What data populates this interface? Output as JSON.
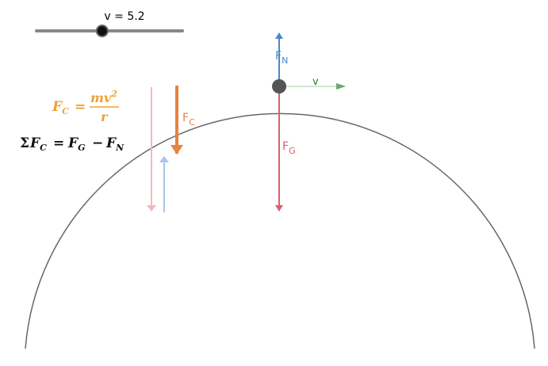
{
  "slider": {
    "label": "v = 5.2",
    "value": 5.2,
    "fraction": 0.45
  },
  "labels": {
    "normal_force": {
      "main": "F",
      "sub": "N"
    },
    "gravity_force": {
      "main": "F",
      "sub": "G"
    },
    "centripetal_force": {
      "main": "F",
      "sub": "C"
    },
    "velocity": "v"
  },
  "equations": {
    "centripetal": {
      "lhs_main": "F",
      "lhs_sub": "C",
      "equals": "=",
      "numerator": "mv",
      "numerator_exp": "2",
      "denominator": "r"
    },
    "sum": {
      "sigma": "Σ",
      "f1": "F",
      "f1_sub": "C",
      "equals": "=",
      "f2": "F",
      "f2_sub": "G",
      "minus": "−",
      "f3": "F",
      "f3_sub": "N"
    }
  },
  "colors": {
    "normal": "#4a86c8",
    "gravity": "#d9606a",
    "centripetal": "#e8823f",
    "velocity": "#6aa86a",
    "equation_orange": "#f0a030",
    "ghost_pink": "#f3b8bd",
    "ghost_blue": "#a9c6e8",
    "hill": "#666666",
    "slider_track": "#888888",
    "ball": "#555555"
  }
}
